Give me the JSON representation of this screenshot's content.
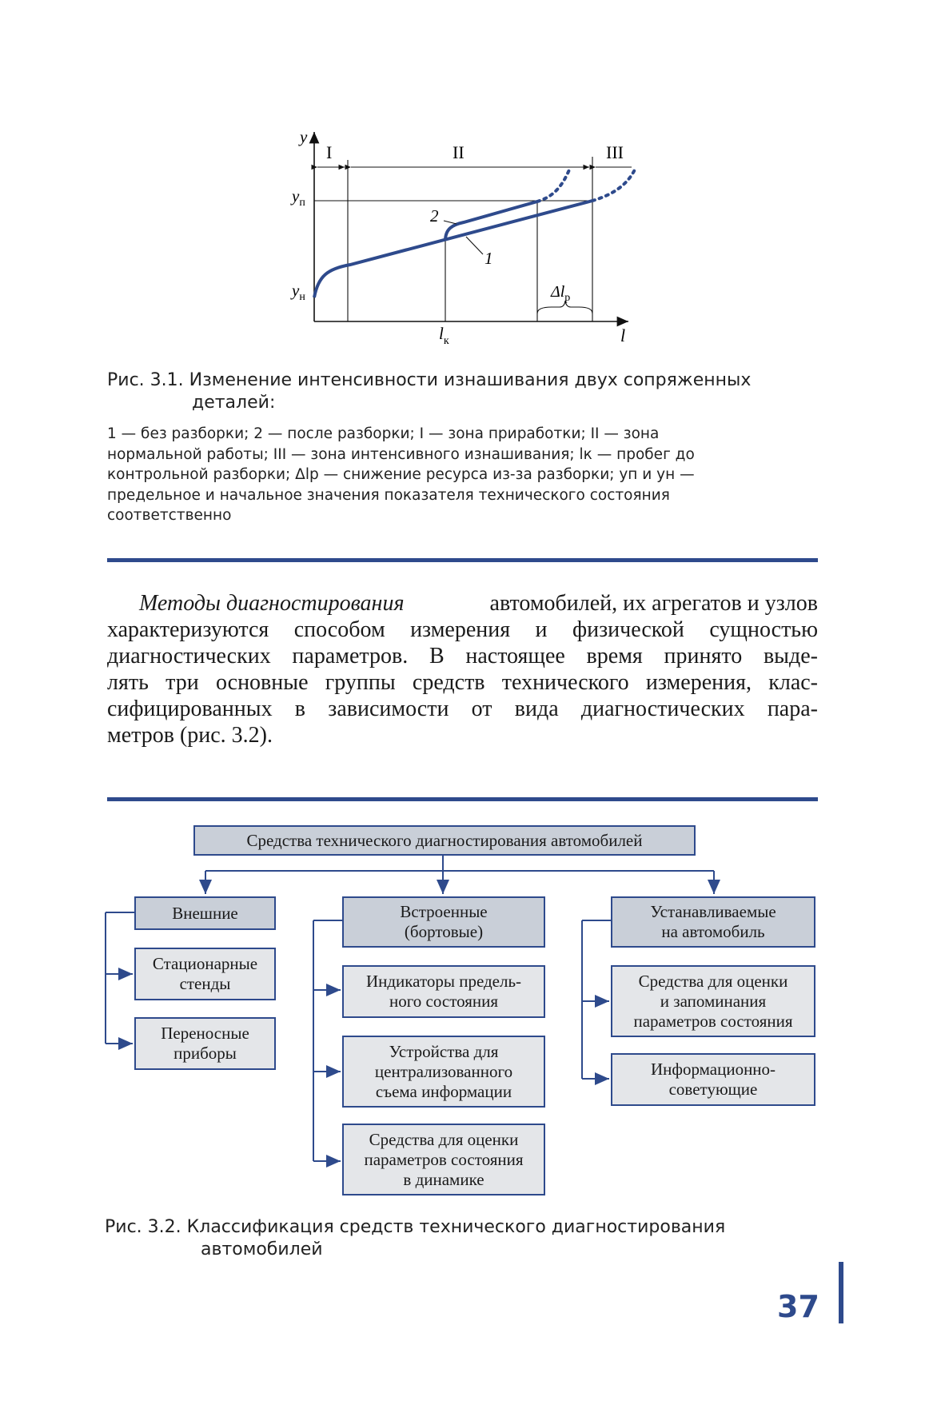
{
  "figure1": {
    "axis_y": "y",
    "axis_x": "l",
    "zones": [
      "I",
      "II",
      "III"
    ],
    "y_upper": "y",
    "y_upper_sub": "п",
    "y_lower": "y",
    "y_lower_sub": "н",
    "x_mark": "l",
    "x_mark_sub": "к",
    "delta": "Δl",
    "delta_sub": "р",
    "curve1": "1",
    "curve2": "2",
    "caption_label": "Рис. 3.1.",
    "caption_line1": "Изменение интенсивности изнашивания двух сопряженных",
    "caption_line2": "деталей:",
    "legend_lines": [
      "1 — без разборки;  2 — после разборки; I — зона приработки; II — зона",
      "нормальной работы; III — зона интенсивного изнашивания;   lк — пробег до",
      "контрольной разборки; Δlр — снижение ресурса из-за разборки; yп и yн —",
      "предельное и начальное значения показателя технического состояния",
      "соответственно"
    ]
  },
  "body": {
    "italic_start": "Методы диагностирования",
    "line1_rest": "автомобилей, их агрегатов и узлов",
    "lines": [
      "характеризуются способом измерения и физической сущностью",
      "диагностических параметров. В настоящее время принято выде-",
      "лять три основные группы средств технического измерения, клас-",
      "сифицированных в зависимости от вида диагностических пара-"
    ],
    "last_line": "метров (рис. 3.2)."
  },
  "figure2": {
    "root": "Средства технического диагностирования автомобилей",
    "col1_head": "Внешние",
    "col1_items": [
      "Стационарные\nстенды",
      "Переносные\nприборы"
    ],
    "col2_head": "Встроенные\n(бортовые)",
    "col2_items": [
      "Индикаторы предель-\nного состояния",
      "Устройства для\nцентрализованного\nсъема информации",
      "Средства для оценки\nпараметров состояния\nв динамике"
    ],
    "col3_head": "Устанавливаемые\nна автомобиль",
    "col3_items": [
      "Средства для оценки\nи запоминания\nпараметров состояния",
      "Информационно-\nсоветующие"
    ],
    "caption_label": "Рис. 3.2.",
    "caption_line1": "Классификация средств технического диагностирования",
    "caption_line2": "автомобилей"
  },
  "page_number": "37",
  "colors": {
    "accent": "#2e4a8c",
    "box_dark": "#c9cfd8",
    "box_light": "#e4e6e9"
  }
}
